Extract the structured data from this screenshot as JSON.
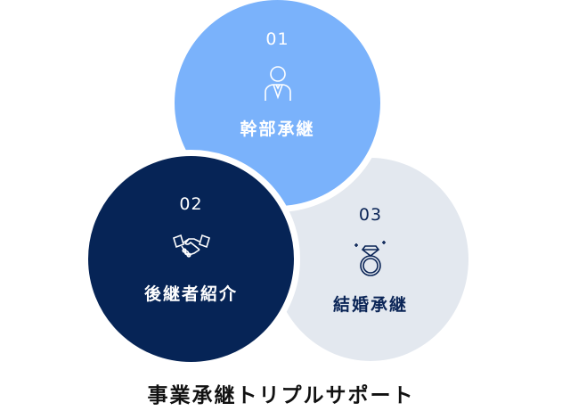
{
  "circles": [
    {
      "number": "01",
      "label": "幹部承継",
      "icon": "businessman-icon",
      "color": "#7ab2fb"
    },
    {
      "number": "02",
      "label": "後継者紹介",
      "icon": "handshake-icon",
      "color": "#062456"
    },
    {
      "number": "03",
      "label": "結婚承継",
      "icon": "ring-icon",
      "color": "#e3e8ef"
    }
  ],
  "title": "事業承継トリプルサポート"
}
